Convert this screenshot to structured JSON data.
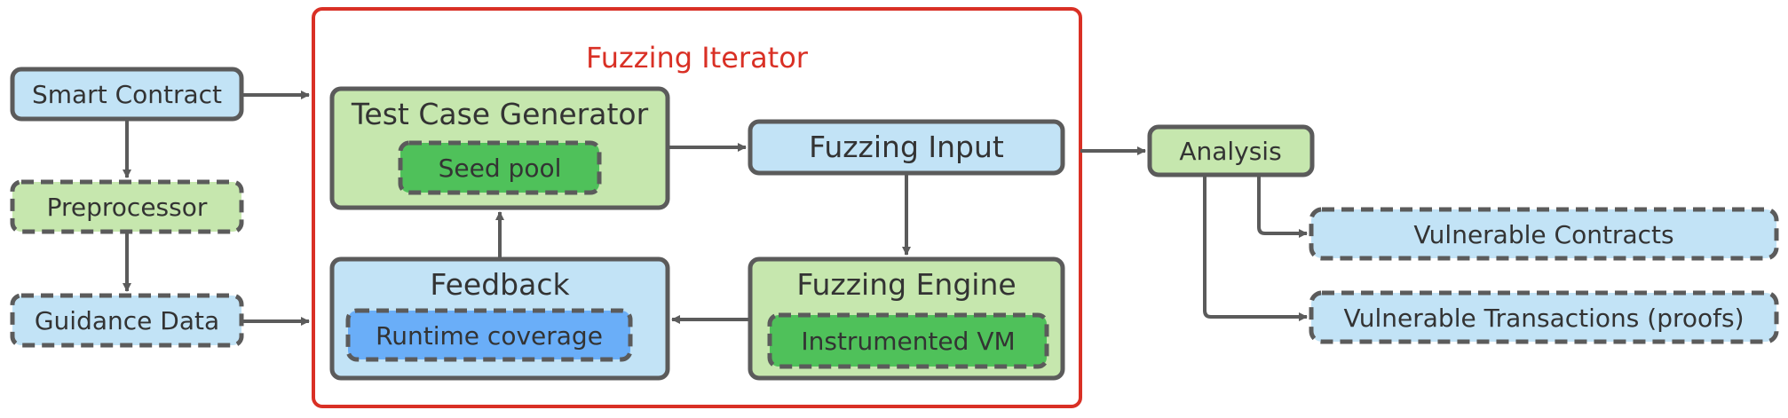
{
  "colors": {
    "blue": "#c2e3f6",
    "green": "#c6e7ae",
    "darkGreen": "#4fc15a",
    "coverageBlue": "#6aaef8",
    "stroke": "#5b5b5b",
    "iteratorRed": "#d93025"
  },
  "iterator": {
    "title": "Fuzzing Iterator"
  },
  "inputs": {
    "smart_contract": "Smart Contract",
    "preprocessor": "Preprocessor",
    "guidance_data": "Guidance Data"
  },
  "core": {
    "test_case_generator": "Test Case Generator",
    "seed_pool": "Seed pool",
    "fuzzing_input": "Fuzzing Input",
    "feedback": "Feedback",
    "runtime_coverage": "Runtime coverage",
    "fuzzing_engine": "Fuzzing Engine",
    "instrumented_vm": "Instrumented VM"
  },
  "outputs": {
    "analysis": "Analysis",
    "vulnerable_contracts": "Vulnerable Contracts",
    "vulnerable_transactions": "Vulnerable Transactions (proofs)"
  }
}
